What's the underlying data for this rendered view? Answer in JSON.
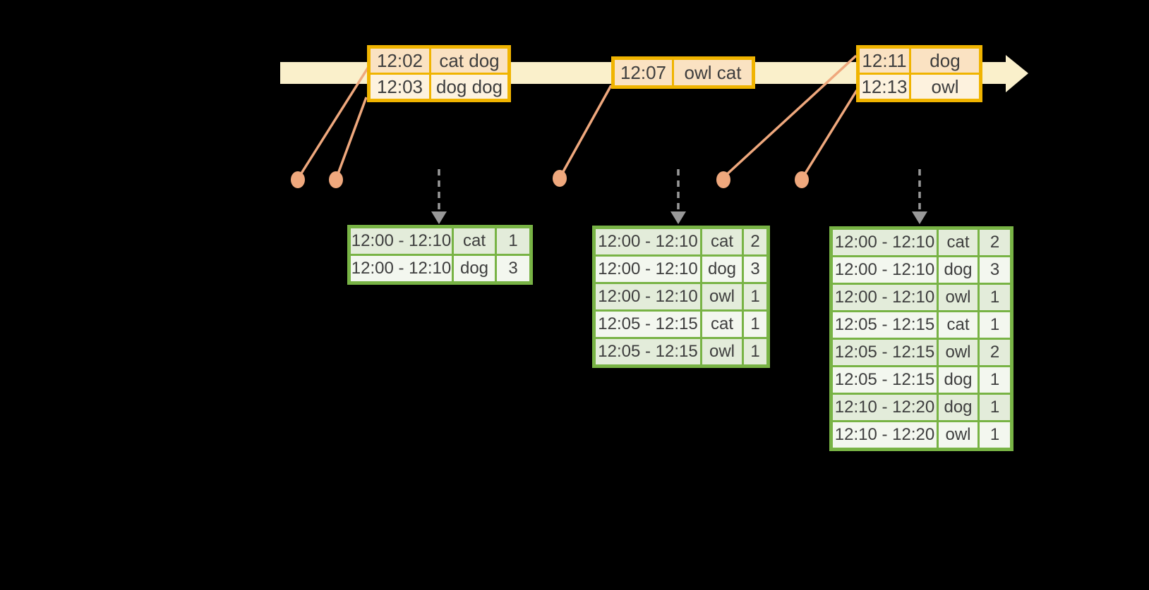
{
  "canvas": {
    "background": "#000000"
  },
  "colors": {
    "timeline_fill": "#FAF0CB",
    "event_table_border": "#F0B400",
    "event_row_peach": "#FAE2C2",
    "event_row_cream": "#FDF2DE",
    "connector_salmon": "#EFA87D",
    "trigger_arrow_gray": "#999999",
    "result_table_border": "#78B345",
    "result_row_dark": "#E3ECDA",
    "result_row_light": "#F3F7EF",
    "text": "#3E3E3E"
  },
  "event_tables": [
    {
      "name": "event-table-1",
      "rows": [
        [
          "12:02",
          "cat dog"
        ],
        [
          "12:03",
          "dog dog"
        ]
      ]
    },
    {
      "name": "event-table-2",
      "rows": [
        [
          "12:07",
          "owl cat"
        ]
      ]
    },
    {
      "name": "event-table-3",
      "rows": [
        [
          "12:11",
          "dog"
        ],
        [
          "12:13",
          "owl"
        ]
      ]
    }
  ],
  "result_tables": [
    {
      "name": "result-table-1",
      "rows": [
        [
          "12:00 - 12:10",
          "cat",
          "1"
        ],
        [
          "12:00 - 12:10",
          "dog",
          "3"
        ]
      ]
    },
    {
      "name": "result-table-2",
      "rows": [
        [
          "12:00 - 12:10",
          "cat",
          "2"
        ],
        [
          "12:00 - 12:10",
          "dog",
          "3"
        ],
        [
          "12:00 - 12:10",
          "owl",
          "1"
        ],
        [
          "12:05 - 12:15",
          "cat",
          "1"
        ],
        [
          "12:05 - 12:15",
          "owl",
          "1"
        ]
      ]
    },
    {
      "name": "result-table-3",
      "rows": [
        [
          "12:00 - 12:10",
          "cat",
          "2"
        ],
        [
          "12:00 - 12:10",
          "dog",
          "3"
        ],
        [
          "12:00 - 12:10",
          "owl",
          "1"
        ],
        [
          "12:05 - 12:15",
          "cat",
          "1"
        ],
        [
          "12:05 - 12:15",
          "owl",
          "2"
        ],
        [
          "12:05 - 12:15",
          "dog",
          "1"
        ],
        [
          "12:10 - 12:20",
          "dog",
          "1"
        ],
        [
          "12:10 - 12:20",
          "owl",
          "1"
        ]
      ]
    }
  ]
}
